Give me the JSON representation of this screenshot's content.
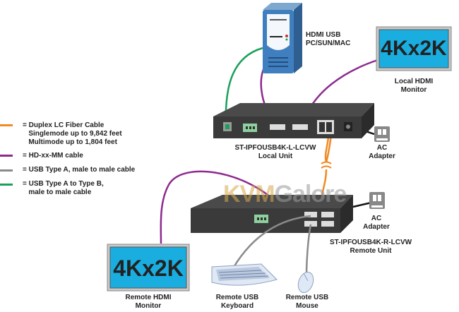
{
  "colors": {
    "fiber": "#f08a24",
    "hdmi": "#8e2a8e",
    "usb_a": "#8a8a8a",
    "usb_ab": "#1aa05a",
    "monitor_screen": "#1aaee0",
    "unit_body": "#3a3a3a",
    "pc_body": "#3f7fbf"
  },
  "legend": [
    {
      "type": "fiber",
      "text": "= Duplex LC Fiber Cable\n   Singlemode up to 9,842 feet\n   Multimode up to 1,804 feet"
    },
    {
      "type": "hdmi",
      "text": "= HD-xx-MM cable"
    },
    {
      "type": "usb_a",
      "text": "= USB Type A, male to male cable"
    },
    {
      "type": "usb_ab",
      "text": "= USB Type A to Type B,\n   male to male cable"
    }
  ],
  "pc": {
    "label": "HDMI USB\nPC/SUN/MAC"
  },
  "local_monitor": {
    "screen_text": "4Kx2K",
    "label": "Local HDMI\nMonitor"
  },
  "remote_monitor": {
    "screen_text": "4Kx2K",
    "label": "Remote HDMI\nMonitor"
  },
  "local_unit": {
    "label": "ST-IPFOUSB4K-L-LCVW\nLocal Unit"
  },
  "remote_unit": {
    "label": "ST-IPFOUSB4K-R-LCVW\nRemote Unit"
  },
  "local_adapter": {
    "label": "AC\nAdapter"
  },
  "remote_adapter": {
    "label": "AC\nAdapter"
  },
  "keyboard": {
    "label": "Remote USB\nKeyboard"
  },
  "mouse": {
    "label": "Remote USB\nMouse"
  },
  "watermark": {
    "part1": "KVM",
    "part2": "Galore"
  }
}
